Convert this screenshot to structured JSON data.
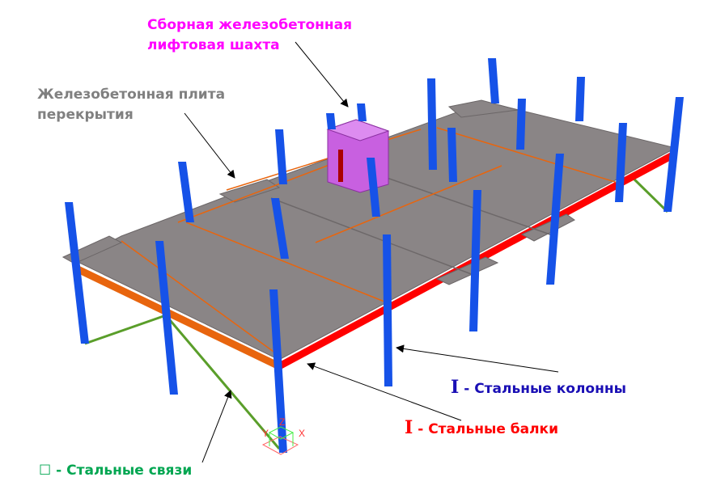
{
  "labels": {
    "shaft": {
      "line1": "Сборная железобетонная",
      "line2": "лифтовая шахта",
      "color": "#ff00ff"
    },
    "slab": {
      "line1": "Железобетонная плита",
      "line2": "перекрытия",
      "color": "#808080"
    },
    "columns": {
      "symbol": "I",
      "text": "- Стальные колонны",
      "color": "#1a0fb5"
    },
    "beams": {
      "symbol": "I",
      "text": "- Стальные балки",
      "color": "#ff0000"
    },
    "bracing": {
      "symbol": "☐",
      "text": "- Стальные связи",
      "color": "#00a651"
    }
  },
  "axes": {
    "x": "X",
    "y": "Y",
    "z": "Z"
  },
  "colors": {
    "column": "#1652e8",
    "beam": "#ff0000",
    "edge_beam": "#e8650e",
    "slab": "#8a8586",
    "bracing": "#5a9e2a",
    "shaft": "#c860e0"
  }
}
